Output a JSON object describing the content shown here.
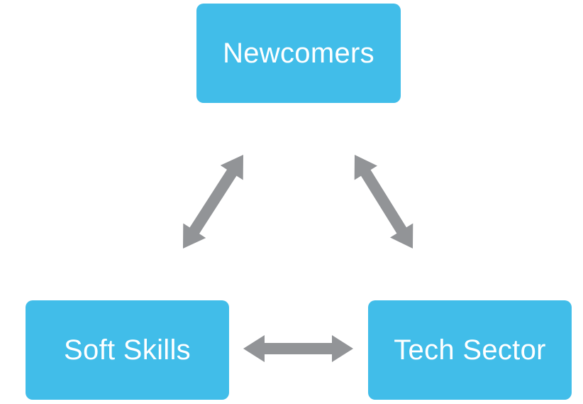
{
  "nodes": {
    "top": "Newcomers",
    "left": "Soft Skills",
    "right": "Tech Sector"
  },
  "colors": {
    "node_fill": "#41bde9",
    "node_text": "#ffffff",
    "arrow_fill": "#929497"
  },
  "edges": [
    {
      "from": "Newcomers",
      "to": "Soft Skills",
      "direction": "bidirectional"
    },
    {
      "from": "Newcomers",
      "to": "Tech Sector",
      "direction": "bidirectional"
    },
    {
      "from": "Soft Skills",
      "to": "Tech Sector",
      "direction": "bidirectional"
    }
  ]
}
